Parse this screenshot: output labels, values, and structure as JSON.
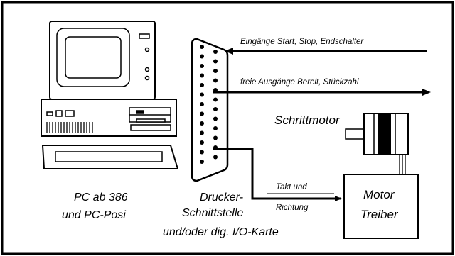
{
  "diagram": {
    "arrows": {
      "inputs": "Eingänge  Start, Stop, Endschalter",
      "outputs": "freie Ausgänge  Bereit, Stückzahl",
      "clock": "Takt und",
      "direction": "Richtung"
    },
    "labels": {
      "stepper_motor": "Schrittmotor",
      "pc_line1": "PC ab 386",
      "pc_line2": "und PC-Posi",
      "port_line1": "Drucker-",
      "port_line2": "Schnittstelle",
      "io_card": "und/oder dig. I/O-Karte",
      "driver_line1": "Motor",
      "driver_line2": "Treiber"
    }
  }
}
